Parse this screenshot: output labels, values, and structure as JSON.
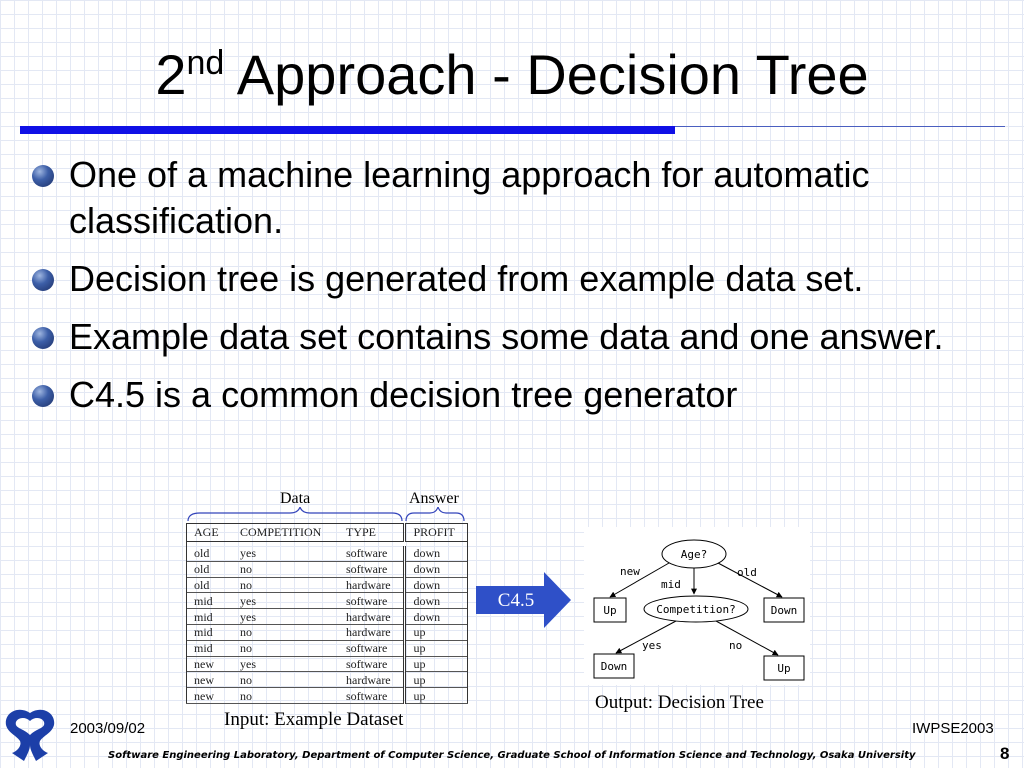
{
  "slide": {
    "title_prefix": "2",
    "title_sup": "nd",
    "title_rest": " Approach - Decision Tree",
    "bullets": [
      "One of a machine learning approach for automatic classification.",
      "Decision tree is generated from example data set.",
      "Example data set contains some data and one answer.",
      "C4.5 is a common decision tree generator"
    ]
  },
  "figure": {
    "data_label": "Data",
    "answer_label": "Answer",
    "table": {
      "headers": [
        "AGE",
        "COMPETITION",
        "TYPE",
        "PROFIT"
      ],
      "rows": [
        [
          "old",
          "yes",
          "software",
          "down"
        ],
        [
          "old",
          "no",
          "software",
          "down"
        ],
        [
          "old",
          "no",
          "hardware",
          "down"
        ],
        [
          "mid",
          "yes",
          "software",
          "down"
        ],
        [
          "mid",
          "yes",
          "hardware",
          "down"
        ],
        [
          "mid",
          "no",
          "hardware",
          "up"
        ],
        [
          "mid",
          "no",
          "software",
          "up"
        ],
        [
          "new",
          "yes",
          "software",
          "up"
        ],
        [
          "new",
          "no",
          "hardware",
          "up"
        ],
        [
          "new",
          "no",
          "software",
          "up"
        ]
      ]
    },
    "arrow_label": "C4.5",
    "input_caption": "Input: Example Dataset",
    "output_caption": "Output: Decision Tree",
    "tree": {
      "root": "Age?",
      "mid_node": "Competition?",
      "leaf_up": "Up",
      "leaf_down": "Down",
      "leaf_down_2": "Down",
      "leaf_up_2": "Up",
      "edge_new": "new",
      "edge_mid": "mid",
      "edge_old": "old",
      "edge_yes": "yes",
      "edge_no": "no"
    },
    "arrow_color": "#2f50c8"
  },
  "footer": {
    "date": "2003/09/02",
    "conference": "IWPSE2003",
    "credit": "Software Engineering Laboratory, Department of Computer Science, Graduate School of Information Science and Technology, Osaka University",
    "page": "8"
  }
}
